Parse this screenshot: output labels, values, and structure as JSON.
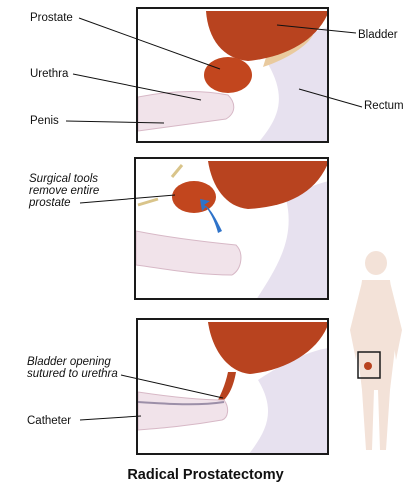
{
  "title": "Radical Prostatectomy",
  "panel_top": {
    "labels": {
      "prostate": "Prostate",
      "urethra": "Urethra",
      "penis": "Penis",
      "bladder": "Bladder",
      "rectum": "Rectum"
    }
  },
  "panel_middle": {
    "labels": {
      "tools_line1": "Surgical tools",
      "tools_line2": "remove entire",
      "tools_line3": "prostate"
    }
  },
  "panel_bottom": {
    "labels": {
      "opening_line1": "Bladder opening",
      "opening_line2": "sutured to urethra",
      "catheter": "Catheter"
    }
  },
  "colors": {
    "bladder": "#b8431f",
    "prostate": "#c2461e",
    "rectum": "#e7e1ef",
    "penis": "#f1e3ea",
    "body": "#f3e2d8",
    "arrow": "#2f73c9",
    "bone": "#e9ca9e"
  }
}
